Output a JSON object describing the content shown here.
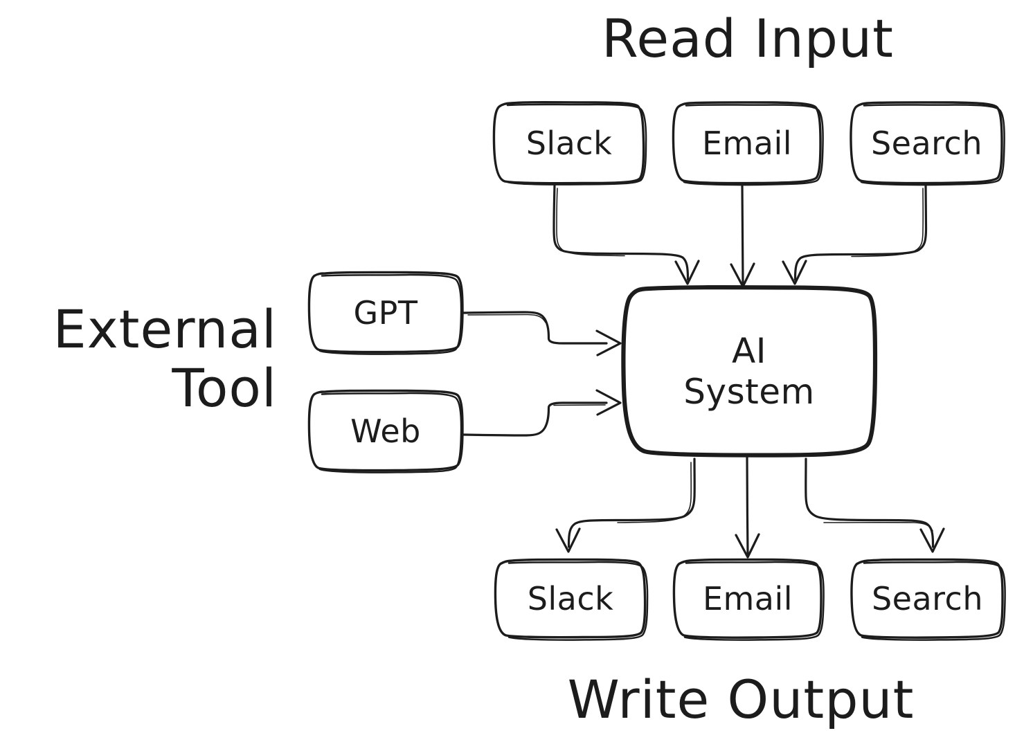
{
  "diagram": {
    "title": "AI System integration diagram",
    "background_color": "#ffffff",
    "stroke_color": "#1c1c1c",
    "style": "hand-drawn sketch"
  },
  "groups": {
    "read_input": {
      "label": "Read Input"
    },
    "write_output": {
      "label": "Write Output"
    },
    "external_tool": {
      "label_line_1": "External",
      "label_line_2": "Tool"
    }
  },
  "nodes": {
    "center": {
      "label_line_1": "AI",
      "label_line_2": "System"
    },
    "inputs": [
      {
        "label": "Slack"
      },
      {
        "label": "Email"
      },
      {
        "label": "Search"
      }
    ],
    "tools": [
      {
        "label": "GPT"
      },
      {
        "label": "Web"
      }
    ],
    "outputs": [
      {
        "label": "Slack"
      },
      {
        "label": "Email"
      },
      {
        "label": "Search"
      }
    ]
  },
  "edges": [
    {
      "from": "Slack",
      "to": "AI System",
      "direction": "down"
    },
    {
      "from": "Email",
      "to": "AI System",
      "direction": "down"
    },
    {
      "from": "Search",
      "to": "AI System",
      "direction": "down"
    },
    {
      "from": "GPT",
      "to": "AI System",
      "direction": "right"
    },
    {
      "from": "Web",
      "to": "AI System",
      "direction": "right"
    },
    {
      "from": "AI System",
      "to": "Slack",
      "direction": "down"
    },
    {
      "from": "AI System",
      "to": "Email",
      "direction": "down"
    },
    {
      "from": "AI System",
      "to": "Search",
      "direction": "down"
    }
  ]
}
